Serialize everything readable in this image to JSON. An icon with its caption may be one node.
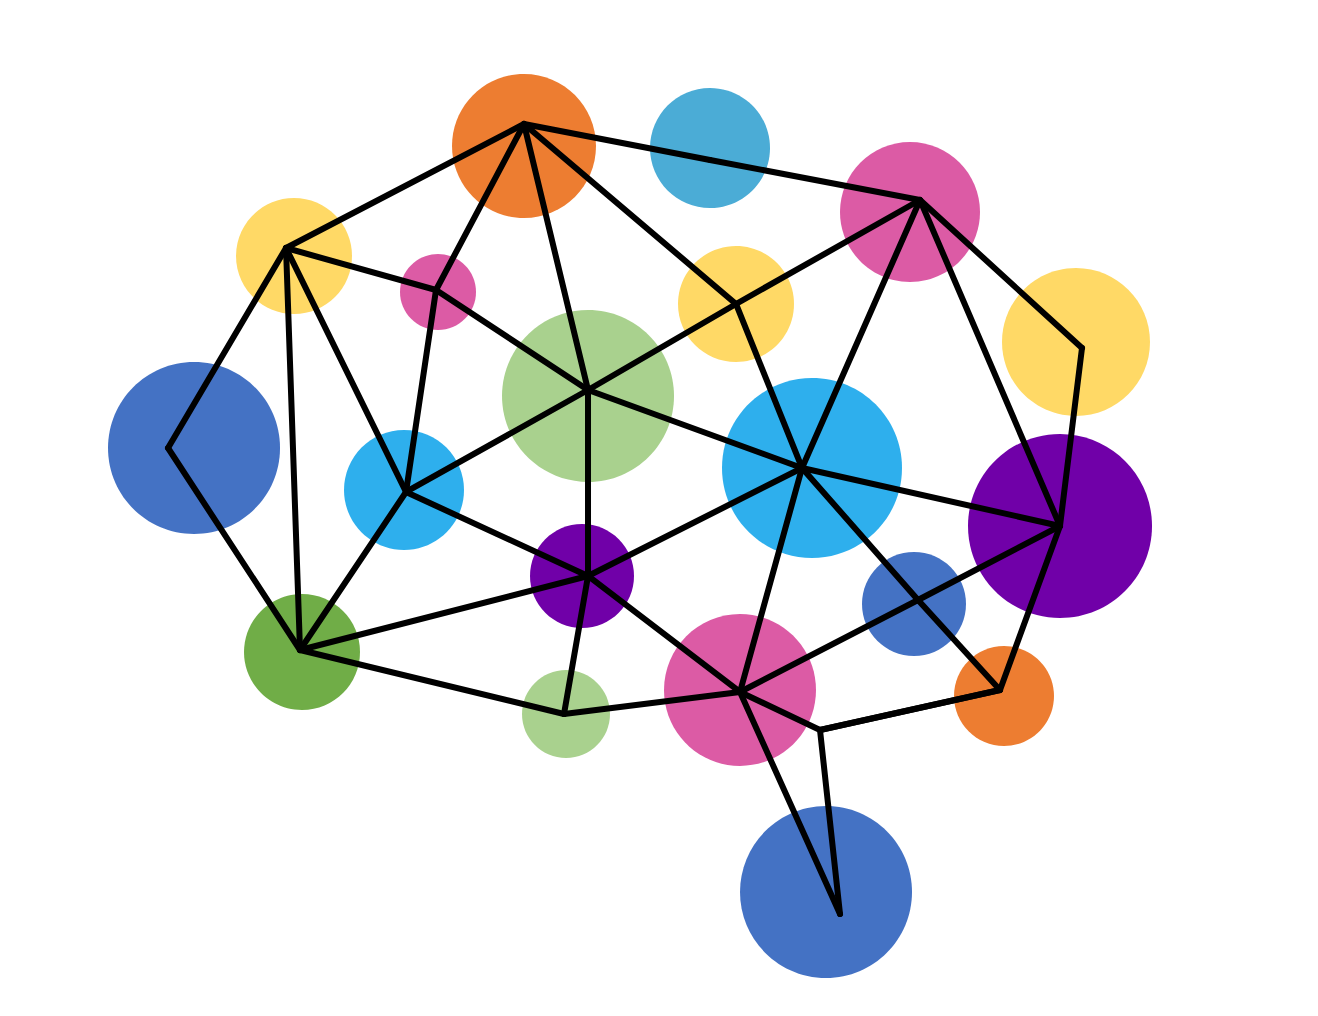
{
  "diagram": {
    "nodes": [
      {
        "text": [],
        "shape": "circle"
      },
      {
        "text": [],
        "shape": "circle"
      },
      {
        "text": [],
        "shape": "circle"
      },
      {
        "text": [],
        "shape": "circle"
      },
      {
        "text": [],
        "shape": "circle"
      },
      {
        "text": [],
        "shape": "circle"
      },
      {
        "text": [],
        "shape": "circle"
      },
      {
        "text": [],
        "shape": "circle"
      },
      {
        "text": [],
        "shape": "circle"
      },
      {
        "text": [],
        "shape": "circle"
      },
      {
        "text": [],
        "shape": "circle"
      },
      {
        "text": [],
        "shape": "circle"
      },
      {
        "text": [],
        "shape": "circle"
      },
      {
        "text": [],
        "shape": "circle"
      },
      {
        "text": [],
        "shape": "circle"
      },
      {
        "text": [],
        "shape": "circle"
      },
      {
        "text": [],
        "shape": "circle"
      },
      {
        "text": [],
        "shape": "circle"
      },
      {
        "text": [],
        "shape": "circle"
      }
    ],
    "edges": [
      {
        "from": 3,
        "to": 0,
        "arrow": "none"
      },
      {
        "from": 0,
        "to": 4,
        "arrow": "none"
      },
      {
        "from": 0,
        "to": 8,
        "arrow": "none"
      },
      {
        "from": 0,
        "to": 5,
        "arrow": "none"
      },
      {
        "from": 0,
        "to": 1,
        "arrow": "none"
      },
      {
        "from": 1,
        "to": 2,
        "arrow": "none"
      },
      {
        "from": 3,
        "to": 4,
        "arrow": "none"
      },
      {
        "from": 3,
        "to": 7,
        "arrow": "none"
      },
      {
        "from": 3,
        "to": 9,
        "arrow": "none"
      },
      {
        "from": 3,
        "to": 14,
        "arrow": "none"
      },
      {
        "from": 4,
        "to": 9,
        "arrow": "none"
      },
      {
        "from": 4,
        "to": 8,
        "arrow": "none"
      },
      {
        "from": 7,
        "to": 14,
        "arrow": "none"
      },
      {
        "from": 5,
        "to": 2,
        "arrow": "none"
      },
      {
        "from": 5,
        "to": 8,
        "arrow": "none"
      },
      {
        "from": 5,
        "to": 10,
        "arrow": "none"
      },
      {
        "from": 2,
        "to": 10,
        "arrow": "none"
      },
      {
        "from": 2,
        "to": 6,
        "arrow": "none"
      },
      {
        "from": 2,
        "to": 11,
        "arrow": "none"
      },
      {
        "from": 6,
        "to": 11,
        "arrow": "none"
      },
      {
        "from": 8,
        "to": 10,
        "arrow": "none"
      },
      {
        "from": 8,
        "to": 9,
        "arrow": "none"
      },
      {
        "from": 8,
        "to": 12,
        "arrow": "none"
      },
      {
        "from": 9,
        "to": 14,
        "arrow": "none"
      },
      {
        "from": 9,
        "to": 12,
        "arrow": "none"
      },
      {
        "from": 10,
        "to": 11,
        "arrow": "none"
      },
      {
        "from": 10,
        "to": 12,
        "arrow": "none"
      },
      {
        "from": 10,
        "to": 15,
        "arrow": "none"
      },
      {
        "from": 10,
        "to": 13,
        "arrow": "none"
      },
      {
        "from": 13,
        "to": 17,
        "arrow": "none"
      },
      {
        "from": 12,
        "to": 14,
        "arrow": "none"
      },
      {
        "from": 12,
        "to": 16,
        "arrow": "none"
      },
      {
        "from": 12,
        "to": 15,
        "arrow": "none"
      },
      {
        "from": 14,
        "to": 16,
        "arrow": "none"
      },
      {
        "from": 16,
        "to": 15,
        "arrow": "none"
      },
      {
        "from": 15,
        "to": 13,
        "arrow": "none"
      },
      {
        "from": 13,
        "to": 11,
        "arrow": "none"
      },
      {
        "from": 11,
        "to": 17,
        "arrow": "none"
      },
      {
        "from": 15,
        "to": 18,
        "arrow": "none"
      },
      {
        "from": 15,
        "to": 17,
        "arrow": "none"
      },
      {
        "from": 17,
        "to": 18,
        "arrow": "none"
      }
    ]
  }
}
